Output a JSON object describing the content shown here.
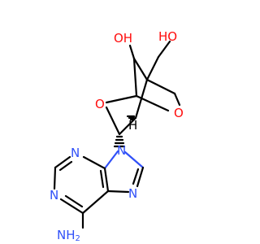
{
  "molecule": {
    "atoms": {
      "oh_top": "OH",
      "oh_left": "HO",
      "o_ring_left": "O",
      "o_ring_right": "O",
      "n9": "N",
      "n1": "N",
      "n3": "N",
      "n7": "N",
      "nh2": "NH",
      "nh2_sub": "2",
      "stereo_h": "H"
    },
    "colors": {
      "carbon": "#000000",
      "oxygen": "#ff0d0d",
      "nitrogen": "#3050f8",
      "background": "#ffffff"
    }
  }
}
